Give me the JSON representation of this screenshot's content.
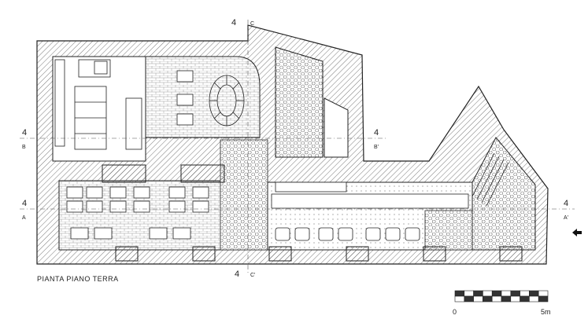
{
  "drawing": {
    "title": "PIANTA  PIANO  TERRA",
    "section_marks": {
      "b_left": "B",
      "b_right": "B'",
      "a_left": "A",
      "a_right": "A'",
      "c_top": "C",
      "c_bottom": "C'",
      "num": "4"
    },
    "scale_bar": {
      "start_label": "0",
      "end_label": "5m",
      "segments": 10
    },
    "colors": {
      "wall_hatch": "#333333",
      "line": "#222222",
      "background": "#ffffff"
    }
  }
}
